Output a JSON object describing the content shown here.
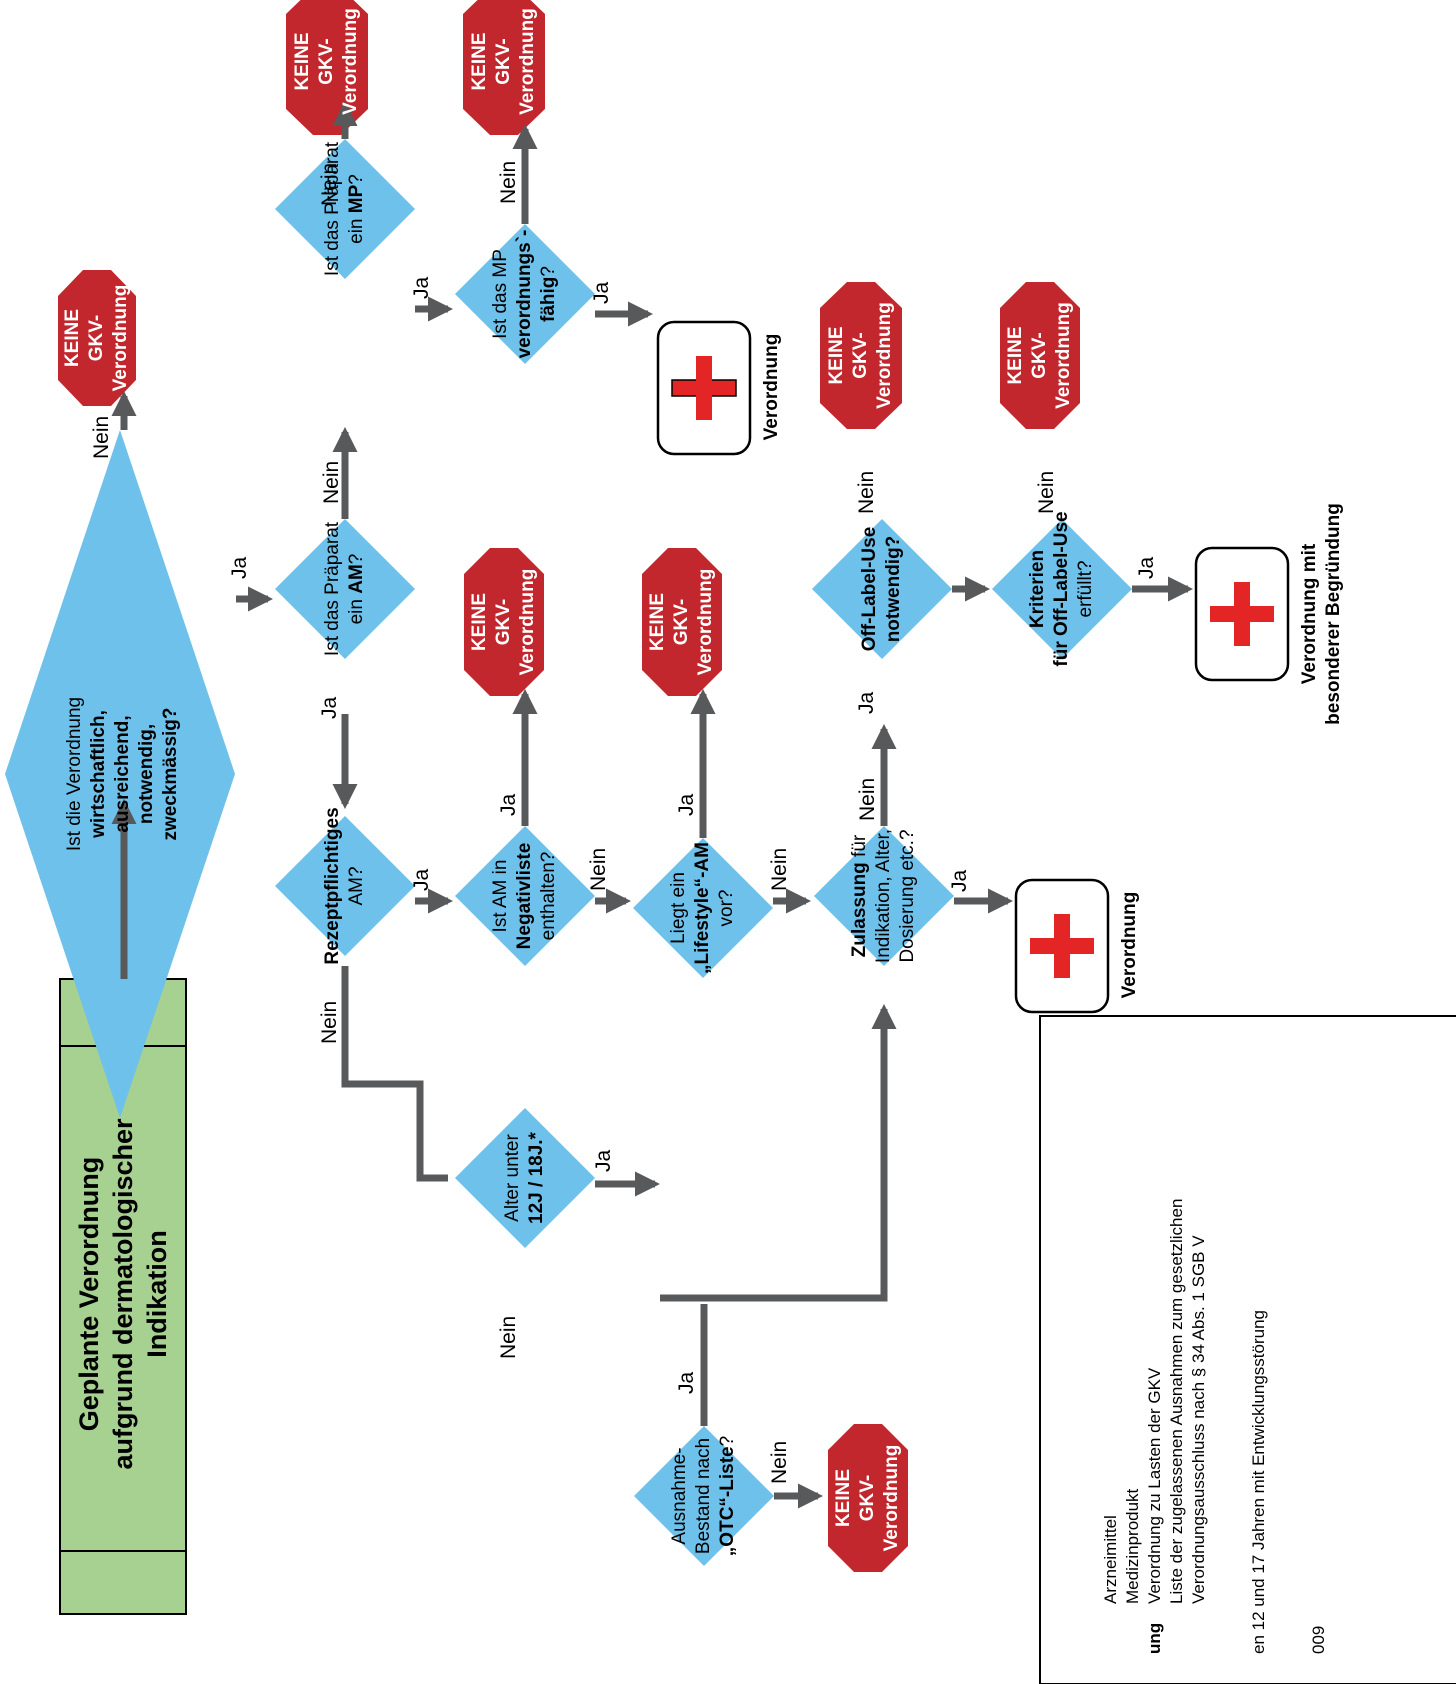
{
  "title": {
    "line1": "Geplante Verordnung",
    "line2": "aufgrund dermatologischer",
    "line3": "Indikation"
  },
  "decisions": {
    "q_wirtschaftlich": {
      "pre": "Ist die Verordnung",
      "b1": "wirtschaftlich,",
      "b2": "ausreichend,",
      "b3": "notwendig,",
      "b4": "zweckmässig?"
    },
    "q_am": {
      "l1": "Ist das Präparat",
      "l2pre": "ein ",
      "bold": "AM",
      "post": "?"
    },
    "q_mp": {
      "l1": "Ist das Präparat",
      "l2pre": "ein ",
      "bold": "MP",
      "post": "?"
    },
    "q_mp_fahig": {
      "l1": "Ist das MP",
      "bold1": "verordnungs`-",
      "bold2": "fähig",
      "post": "?"
    },
    "q_rezept": {
      "bold": "Rezeptpflichtiges",
      "l2": "AM?"
    },
    "q_negativ": {
      "l1": "Ist AM in",
      "bold": "Negativliste",
      "l3": "enthalten?"
    },
    "q_lifestyle": {
      "l1": "Liegt ein",
      "bold": "„Lifestyle“-AM",
      "l3": "vor?"
    },
    "q_zulassung": {
      "bold": "Zulassung",
      "l1post": " für",
      "l2": "Indikation, Alter,",
      "l3": "Dosierung etc.?"
    },
    "q_alter": {
      "l1": "Alter unter",
      "bold": "12J / 18J.*"
    },
    "q_otc": {
      "l1": "Ausnahme-",
      "l2": "Bestand nach",
      "bold": "„OTC“-Liste",
      "post": "?"
    },
    "q_offlabel": {
      "bold1": "Off-Label-Use",
      "bold2": "notwendig?"
    },
    "q_kriterien": {
      "bold1": "Kriterien",
      "bold2": "für Off-Label-Use",
      "l3": "erfüllt?"
    }
  },
  "stop_sign": {
    "line1": "KEINE",
    "line2": "GKV-",
    "line3": "Verordnung"
  },
  "edge_labels": {
    "yes": "Ja",
    "no": "Nein"
  },
  "outcomes": {
    "verordnung": "Verordnung",
    "verordnung_mit_1": "Verordnung mit",
    "verordnung_mit_2": "besonderer Begründung"
  },
  "legend": {
    "items": [
      {
        "term": "",
        "desc": "Arzneimittel"
      },
      {
        "term": "",
        "desc": "Medizinprodukt"
      },
      {
        "term": "ung",
        "desc": "Verordnung zu Lasten der GKV"
      },
      {
        "term": "",
        "desc": "Liste der zugelassenen Ausnahmen zum gesetzlichen"
      },
      {
        "term": "",
        "desc": "Verordnungsausschluss nach § 34 Abs. 1 SGB V"
      }
    ],
    "footnote": "en 12 und 17 Jahren mit Entwicklungsstörung",
    "year": "009"
  },
  "colors": {
    "diamond": "#6ec1ea",
    "stop": "#c1272d",
    "title_box": "#a6d191",
    "arrow": "#58595b",
    "cross": "#e32526"
  }
}
